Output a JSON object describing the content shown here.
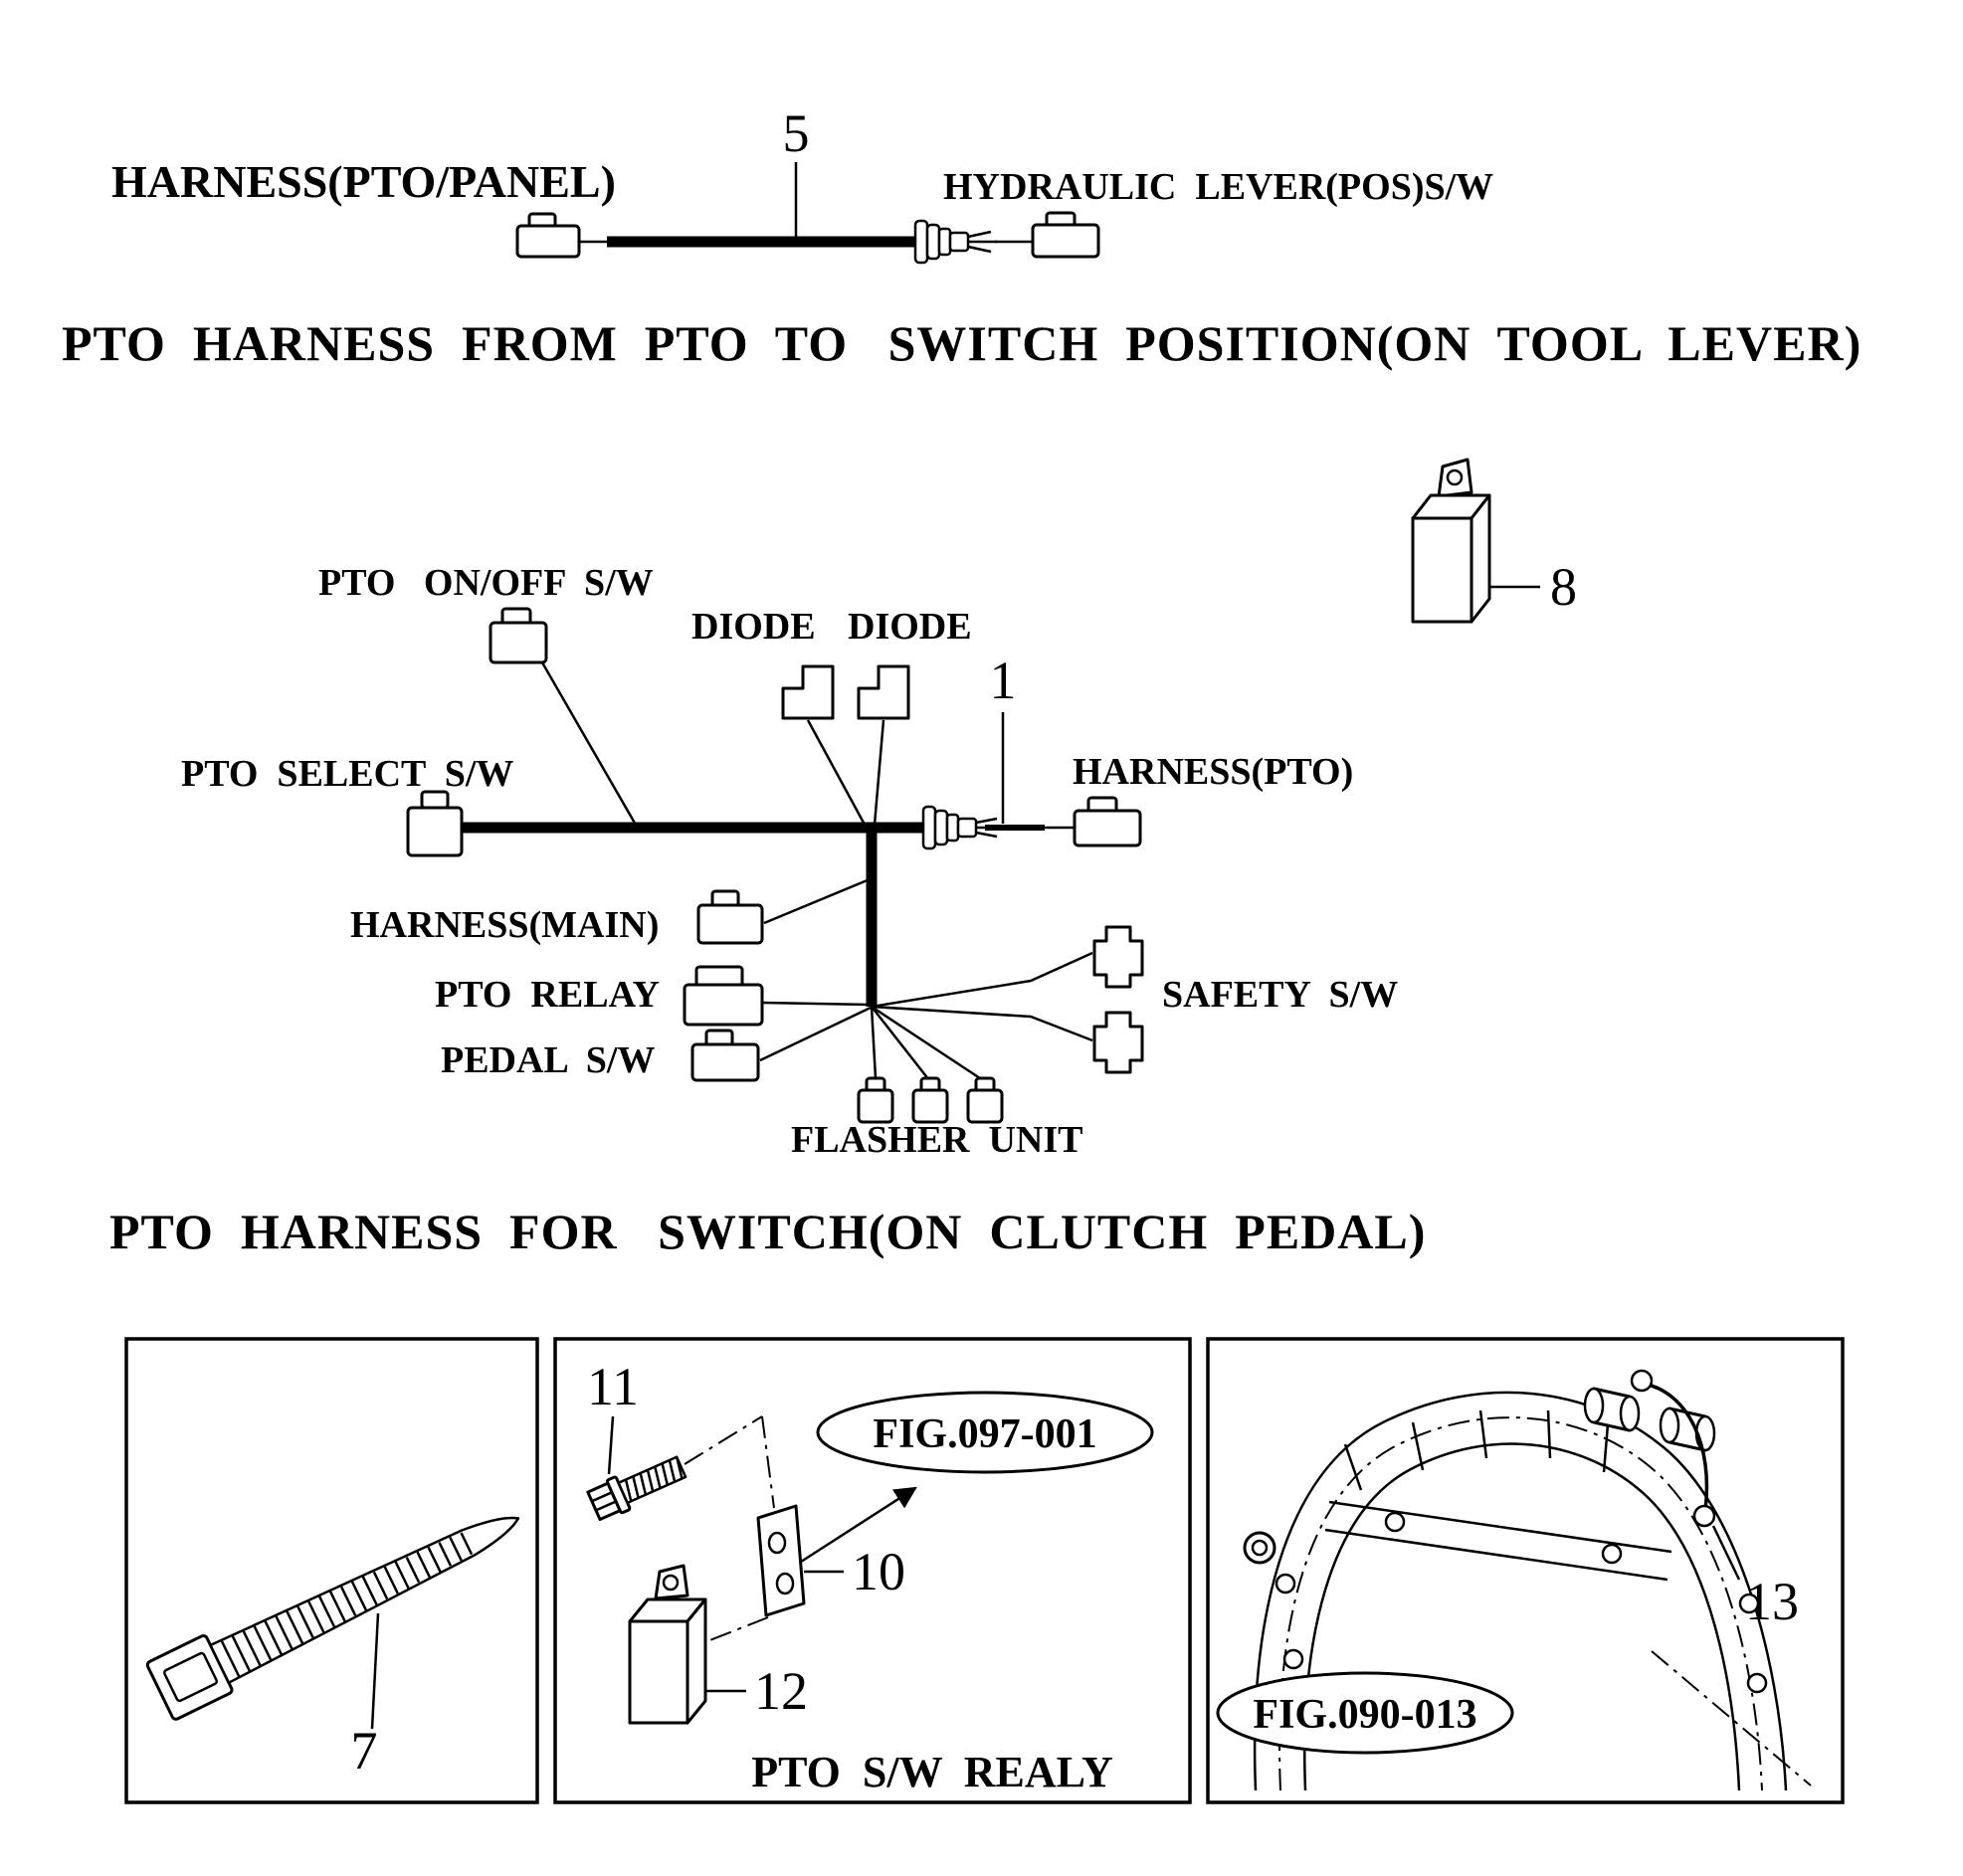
{
  "page": {
    "background": "#ffffff",
    "ink": "#000000"
  },
  "top_assembly": {
    "part_number": "5",
    "left_label": "HARNESS(PTO/PANEL)",
    "right_label": "HYDRAULIC  LEVER(POS)S/W"
  },
  "section1_title": "PTO  HARNESS  FROM  PTO  TO   SWITCH  POSITION(ON  TOOL  LEVER)",
  "main_assembly": {
    "part_number": "1",
    "relay_part_number": "8",
    "pto_onoff_label": "PTO   ON/OFF  S/W",
    "diode_left_label": "DIODE",
    "diode_right_label": "DIODE",
    "harness_pto_label": "HARNESS(PTO)",
    "pto_select_label": "PTO  SELECT  S/W",
    "harness_main_label": "HARNESS(MAIN)",
    "pto_relay_label": "PTO  RELAY",
    "pedal_sw_label": "PEDAL  S/W",
    "safety_sw_label": "SAFETY  S/W",
    "flasher_unit_label": "FLASHER  UNIT"
  },
  "section2_title": "PTO  HARNESS  FOR   SWITCH(ON  CLUTCH  PEDAL)",
  "cable_tie_panel": {
    "part_number": "7"
  },
  "relay_panel": {
    "bolt_part_number": "11",
    "bracket_part_number": "10",
    "relay_part_number": "12",
    "figure_ref": "FIG.097-001",
    "caption": "PTO  S/W  REALY"
  },
  "frame_panel": {
    "wire_part_number": "13",
    "figure_ref": "FIG.090-013"
  }
}
